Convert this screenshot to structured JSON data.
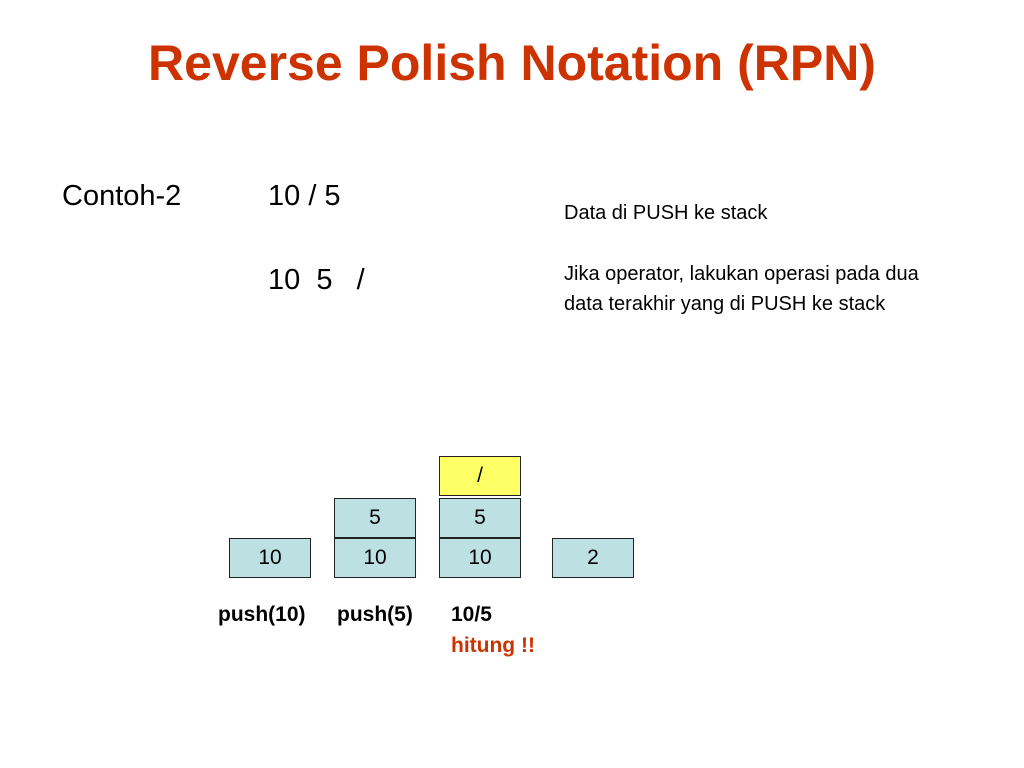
{
  "title": "Reverse Polish Notation (RPN)",
  "example": {
    "label": "Contoh-2",
    "infix": "10 / 5",
    "postfix": "10  5   /"
  },
  "rules": {
    "push": "Data di PUSH ke stack",
    "operator": "Jika operator, lakukan operasi pada dua data terakhir yang di PUSH ke stack"
  },
  "stacks": [
    {
      "cells": [
        "10"
      ],
      "caption": "push(10)"
    },
    {
      "cells": [
        "10",
        "5"
      ],
      "caption": "push(5)"
    },
    {
      "cells": [
        "10",
        "5",
        "/"
      ],
      "caption": "10/5",
      "note": "hitung !!"
    },
    {
      "cells": [
        "2"
      ],
      "caption": ""
    }
  ],
  "colors": {
    "title": "#cc3300",
    "cell_fill": "#bde0e3",
    "operator_fill": "#ffff66",
    "note": "#cc3300"
  }
}
